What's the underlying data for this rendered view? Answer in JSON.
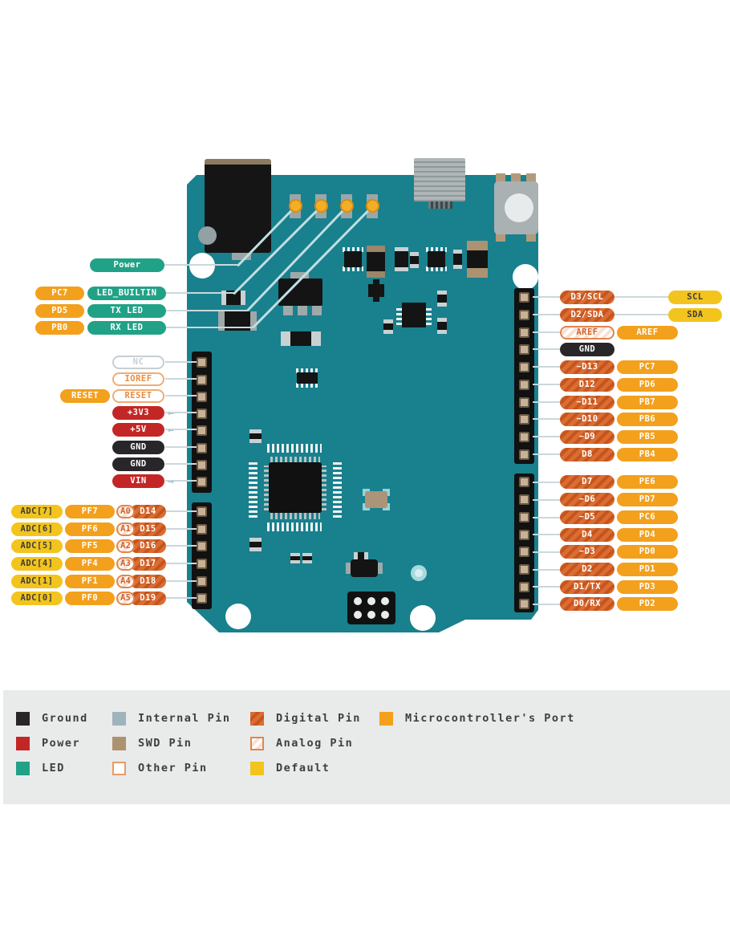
{
  "palette": {
    "board_teal": "#19808D",
    "microcontroller_port_orange": "#F3A01D",
    "default_yellow": "#F2C41D",
    "led_teal": "#21A287",
    "power_red": "#C32725",
    "ground_black": "#282628",
    "digital_pin_orange": "#DB6D31",
    "internal_pin_gray": "#9FB3BC",
    "swd_pin_tan": "#AD9271",
    "legend_background": "#E8EBEA"
  },
  "left_top": {
    "power": "Power",
    "rows": [
      {
        "port": "PC7",
        "label": "LED_BUILTIN"
      },
      {
        "port": "PD5",
        "label": "TX LED"
      },
      {
        "port": "PB0",
        "label": "RX LED"
      }
    ]
  },
  "left_middle": {
    "rows": [
      {
        "pin": "NC"
      },
      {
        "pin": "IOREF"
      },
      {
        "pin": "RESET",
        "port": "RESET"
      },
      {
        "pin": "+3V3",
        "arrow": "←"
      },
      {
        "pin": "+5V",
        "arrow": "←"
      },
      {
        "pin": "GND"
      },
      {
        "pin": "GND"
      },
      {
        "pin": "VIN",
        "arrow": "→"
      }
    ]
  },
  "left_bottom": {
    "rows": [
      {
        "adc": "ADC[7]",
        "port": "PF7",
        "analog": "A0",
        "digital": "D14"
      },
      {
        "adc": "ADC[6]",
        "port": "PF6",
        "analog": "A1",
        "digital": "D15"
      },
      {
        "adc": "ADC[5]",
        "port": "PF5",
        "analog": "A2",
        "digital": "D16"
      },
      {
        "adc": "ADC[4]",
        "port": "PF4",
        "analog": "A3",
        "digital": "D17"
      },
      {
        "adc": "ADC[1]",
        "port": "PF1",
        "analog": "A4",
        "digital": "D18"
      },
      {
        "adc": "ADC[0]",
        "port": "PF0",
        "analog": "A5",
        "digital": "D19"
      }
    ]
  },
  "right_top": {
    "rows": [
      {
        "digital": "D3/SCL",
        "bus": "SCL"
      },
      {
        "digital": "D2/SDA",
        "bus": "SDA"
      },
      {
        "analog": "AREF",
        "port": "AREF"
      },
      {
        "ground": "GND"
      },
      {
        "digital": "~D13",
        "port": "PC7"
      },
      {
        "digital": "D12",
        "port": "PD6"
      },
      {
        "digital": "~D11",
        "port": "PB7"
      },
      {
        "digital": "~D10",
        "port": "PB6"
      },
      {
        "digital": "~D9",
        "port": "PB5"
      },
      {
        "digital": "D8",
        "port": "PB4"
      }
    ]
  },
  "right_bottom": {
    "rows": [
      {
        "digital": "D7",
        "port": "PE6"
      },
      {
        "digital": "~D6",
        "port": "PD7"
      },
      {
        "digital": "~D5",
        "port": "PC6"
      },
      {
        "digital": "D4",
        "port": "PD4"
      },
      {
        "digital": "~D3",
        "port": "PD0"
      },
      {
        "digital": "D2",
        "port": "PD1"
      },
      {
        "digital": "D1/TX",
        "port": "PD3"
      },
      {
        "digital": "D0/RX",
        "port": "PD2"
      }
    ]
  },
  "legend": {
    "items": [
      {
        "label": "Ground",
        "type": "ground"
      },
      {
        "label": "Power",
        "type": "power"
      },
      {
        "label": "LED",
        "type": "led"
      },
      {
        "label": "Internal Pin",
        "type": "internal"
      },
      {
        "label": "SWD Pin",
        "type": "swd"
      },
      {
        "label": "Other Pin",
        "type": "other"
      },
      {
        "label": "Digital Pin",
        "type": "digital"
      },
      {
        "label": "Analog Pin",
        "type": "analog"
      },
      {
        "label": "Default",
        "type": "default"
      },
      {
        "label": "Microcontroller's Port",
        "type": "port"
      }
    ]
  }
}
